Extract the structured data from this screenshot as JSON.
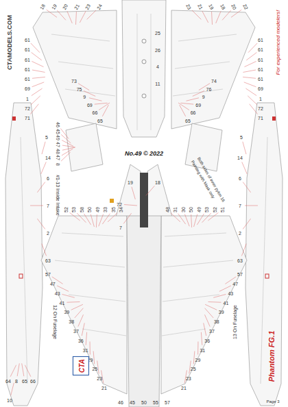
{
  "diagram": {
    "title": "Phantom FG.1",
    "nodes": [
      {
        "text": [
          "CTA"
        ]
      }
    ],
    "labels": [
      "18",
      "19",
      "20",
      "21",
      "23",
      "24",
      "23",
      "21",
      "19",
      "18",
      "20",
      "22",
      "61",
      "61",
      "61",
      "61",
      "61",
      "69",
      "1",
      "72",
      "71",
      "61",
      "61",
      "61",
      "61",
      "61",
      "69",
      "1",
      "72",
      "71",
      "73",
      "75",
      "9",
      "69",
      "66",
      "65",
      "74",
      "76",
      "9",
      "69",
      "66",
      "65",
      "25",
      "26",
      "4",
      "11",
      "46",
      "45",
      "49",
      "47",
      "48",
      "47",
      "8",
      "#1-13 Inside Intake",
      "No.49 © 2022",
      "19",
      "18",
      "72",
      "7",
      "52",
      "53",
      "58",
      "50",
      "49",
      "33",
      "35",
      "34",
      "48",
      "31",
      "30",
      "50",
      "49",
      "53",
      "52",
      "51",
      "57",
      "47",
      "43",
      "41",
      "39",
      "38",
      "37",
      "36",
      "31",
      "29",
      "25",
      "23",
      "21",
      "57",
      "47",
      "43",
      "41",
      "39",
      "38",
      "37",
      "36",
      "31",
      "29",
      "25",
      "23",
      "21",
      "46",
      "45",
      "50",
      "55",
      "57",
      "12 On Fuselage",
      "13 On Fuselage",
      "64",
      "8",
      "65",
      "66",
      "10",
      "5",
      "14",
      "6",
      "7",
      "2",
      "63",
      "5",
      "14",
      "6",
      "7",
      "2",
      "63",
      "CTAMODELS.COM",
      "For experienced modelers!",
      "Painting with Mask only",
      "Both sides of inner pylon 16",
      "Page 3"
    ]
  }
}
